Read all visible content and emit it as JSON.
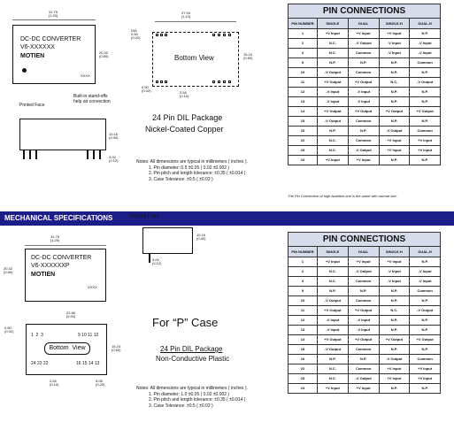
{
  "top_package": {
    "box_label": "DC-DC CONVERTER",
    "box_model": "V6-XXXXXX",
    "box_brand": "MOTIEN",
    "box_code": "XXXX",
    "dim_width": "31.75",
    "dim_width_in": "(1.25)",
    "dim_height": "20.32",
    "dim_height_in": "(0.80)",
    "dim_top_width": "27.94",
    "dim_top_width_in": "(1.10)",
    "dim_dia": "DIA",
    "dim_dia_val": "0.50",
    "dim_dia_in": "(0.02)",
    "dim_side": "15.24",
    "dim_side_in": "(0.60)",
    "dim_pin_off": "0.50",
    "dim_pin_off_in": "(0.02)",
    "dim_pitch": "2.54",
    "dim_pitch_in": "(0.10)",
    "dim_body_h": "10.16",
    "dim_body_h_in": "(0.40)",
    "dim_pin_len": "3.02",
    "dim_pin_len_in": "(0.12)",
    "bottom_view": "Bottom View",
    "printed_face": "Printed Face",
    "standoff": "Built-in stand-offs\nhelp air convection",
    "package_title": "24 Pin DIL Package",
    "package_sub": "Nickel-Coated Copper"
  },
  "top_notes": {
    "head": "Notes: All dimensions are typical in millimeters ( inches ).",
    "items": [
      "1. Pin diameter: 0.5 ±0.05 ( 0.02 ±0.002 )",
      "2. Pin pitch and length tolerance: ±0.35 ( ±0.014 )",
      "3. Case Tolerance: ±0.5 ( ±0.02 )"
    ]
  },
  "banner": "MECHANICAL SPECIFICATIONS",
  "bottom_package": {
    "box_label": "DC-DC CONVERTER",
    "box_model": "V6-XXXXXXP",
    "box_brand": "MOTIEN",
    "box_code": "XXXX",
    "dim_width": "31.75",
    "dim_width_in": "(1.25)",
    "dim_height": "20.32",
    "dim_height_in": "(0.80)",
    "dim_top_width": "22.86",
    "dim_top_width_in": "(0.90)",
    "dim_side": "15.24",
    "dim_side_in": "(0.60)",
    "dim_pin_off": "0.50",
    "dim_pin_off_in": "(0.02)",
    "dim_pitch": "2.54",
    "dim_pitch_in": "(0.10)",
    "dim_end": "5.08",
    "dim_end_in": "(0.20)",
    "dim_body_h": "10.16",
    "dim_body_h_in": "(0.40)",
    "dim_pin_len": "3.00",
    "dim_pin_len_in": "(0.12)",
    "pins_top_left": "1  2  3",
    "pins_top_right": "9 10 11 12",
    "pins_bottom_left": "24 23 22",
    "pins_bottom_right": "16 15 14 13",
    "bottom_view": "Bottom  View",
    "printed_face": "Printed Face",
    "case_title": "For “P” Case",
    "package_title": "24 Pin DIL Package",
    "package_sub": "Non-Conductive Plastic"
  },
  "bottom_notes": {
    "head": "Notes: All dimensions are typical in millimeters ( inches ).",
    "items": [
      "1. Pin diameter: 1.0 ±0.05 ( 0.02 ±0.002 )",
      "2. Pin pitch and length tolerance: ±0.35 ( ±0.014 )",
      "3. Case Tolerance: ±0.5 ( ±0.02 )"
    ]
  },
  "pin_table_top": {
    "title": "PIN CONNECTIONS",
    "headers": [
      "PIN NUMBER",
      "SINGLE",
      "DUAL",
      "SINGLE-H",
      "DUAL-H"
    ],
    "rows": [
      [
        "1",
        "+V Input",
        "+V Input",
        "+V Input",
        "N.P."
      ],
      [
        "2",
        "N.C.",
        "-V Output",
        "-V Input",
        "-V Input"
      ],
      [
        "3",
        "N.C.",
        "Common",
        "-V Input",
        "-V Input"
      ],
      [
        "9",
        "N.P.",
        "N.P.",
        "N.P.",
        "Common"
      ],
      [
        "10",
        "-V Output",
        "Common",
        "N.P.",
        "N.P."
      ],
      [
        "11",
        "+V Output",
        "+V Output",
        "N.C.",
        "-V Output"
      ],
      [
        "12",
        "-V Input",
        "-V Input",
        "N.P.",
        "N.P."
      ],
      [
        "13",
        "-V Input",
        "-V Input",
        "N.P.",
        "N.P."
      ],
      [
        "14",
        "+V Output",
        "+V Output",
        "+V Output",
        "+V Output"
      ],
      [
        "15",
        "-V Output",
        "Common",
        "N.P.",
        "N.P."
      ],
      [
        "16",
        "N.P.",
        "N.P.",
        "-V Output",
        "Common"
      ],
      [
        "22",
        "N.C.",
        "Common",
        "+V Input",
        "+V Input"
      ],
      [
        "23",
        "N.C.",
        "-V Output",
        "+V Input",
        "+V Input"
      ],
      [
        "24",
        "+V Input",
        "+V Input",
        "N.P.",
        "N.P."
      ]
    ],
    "footnote": "The Pin Connection of high isolation one is the same with normal one."
  },
  "pin_table_bottom": {
    "title": "PIN CONNECTIONS",
    "headers": [
      "PIN NUMBER",
      "SINGLE",
      "DUAL",
      "SINGLE-H",
      "DUAL-H"
    ],
    "rows": [
      [
        "1",
        "+V Input",
        "+V Input",
        "+V Input",
        "N.P."
      ],
      [
        "2",
        "N.C.",
        "-V Output",
        "-V Input",
        "-V Input"
      ],
      [
        "3",
        "N.C.",
        "Common",
        "-V Input",
        "-V Input"
      ],
      [
        "9",
        "N.P.",
        "N.P.",
        "N.P.",
        "Common"
      ],
      [
        "10",
        "-V Output",
        "Common",
        "N.P.",
        "N.P."
      ],
      [
        "11",
        "+V Output",
        "+V Output",
        "N.C.",
        "-V Output"
      ],
      [
        "12",
        "-V Input",
        "-V Input",
        "N.P.",
        "N.P."
      ],
      [
        "13",
        "-V Input",
        "-V Input",
        "N.P.",
        "N.P."
      ],
      [
        "14",
        "+V Output",
        "+V Output",
        "+V Output",
        "+V Output"
      ],
      [
        "15",
        "-V Output",
        "Common",
        "N.P.",
        "N.P."
      ],
      [
        "16",
        "N.P.",
        "N.P.",
        "-V Output",
        "Common"
      ],
      [
        "22",
        "N.C.",
        "Common",
        "+V Input",
        "+V Input"
      ],
      [
        "23",
        "N.C.",
        "-V Output",
        "+V Input",
        "+V Input"
      ],
      [
        "24",
        "+V Input",
        "+V Input",
        "N.P.",
        "N.P."
      ]
    ]
  },
  "colors": {
    "banner_bg": "#1d1d8a",
    "table_header_bg": "#d7dceb"
  }
}
